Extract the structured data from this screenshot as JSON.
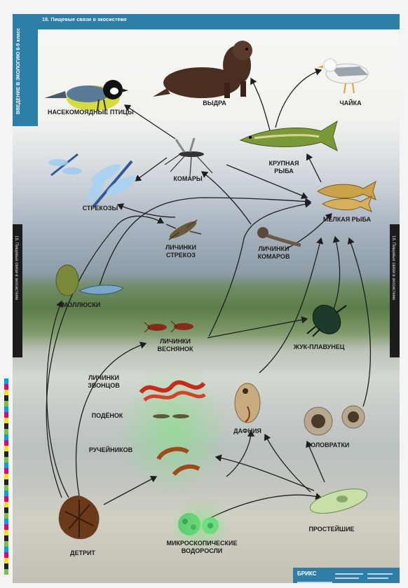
{
  "poster": {
    "header_title": "18. Пищевые связи в экосистеме",
    "left_strip": "ВВЕДЕНИЕ В ЭКОЛОГИЮ 6-9 класс",
    "left_tab": "18. Пищевые связи в экосистеме",
    "right_tab": "18. Пищевые связи в экосистеме",
    "footer_logo": "БРИКС"
  },
  "organisms": {
    "insect_birds": "НАСЕКОМОЯДНЫЕ ПТИЦЫ",
    "otter": "ВЫДРА",
    "gull": "ЧАЙКА",
    "big_fish": "КРУПНАЯ РЫБА",
    "mosquitoes": "КОМАРЫ",
    "dragonflies": "СТРЕКОЗЫ",
    "small_fish": "МЕЛКАЯ РЫБА",
    "dragonfly_larvae": "ЛИЧИНКИ СТРЕКОЗ",
    "mosquito_larvae": "ЛИЧИНКИ КОМАРОВ",
    "molluscs": "МОЛЛЮСКИ",
    "stonefly_larvae": "ЛИЧИНКИ ВЕСНЯНОК",
    "diving_beetle": "ЖУК-ПЛАВУНЕЦ",
    "midge_larvae": "ЛИЧИНКИ ЗВОНЦОВ",
    "mayflies": "ПОДЁНОК",
    "caddisflies": "РУЧЕЙНИКОВ",
    "daphnia": "ДАФНИЯ",
    "rotifers": "КОЛОВРАТКИ",
    "protozoa": "ПРОСТЕЙШИЕ",
    "detritus": "ДЕТРИТ",
    "microalgae": "МИКРОСКОПИЧЕСКИЕ ВОДОРОСЛИ"
  },
  "colors": {
    "accent": "#2e7fa8",
    "arrow": "#1e1e1e",
    "glow": "#78e678"
  },
  "icons": {
    "bird": "tit-bird-icon",
    "otter": "otter-icon",
    "gull": "gull-icon",
    "pike": "pike-fish-icon",
    "mosquito": "mosquito-icon",
    "dragonfly": "dragonfly-icon",
    "fish": "small-fish-icon",
    "snail": "snail-icon",
    "beetle": "diving-beetle-icon",
    "detritus": "detritus-icon",
    "algae": "algae-icon",
    "protozoa": "protozoa-icon"
  }
}
